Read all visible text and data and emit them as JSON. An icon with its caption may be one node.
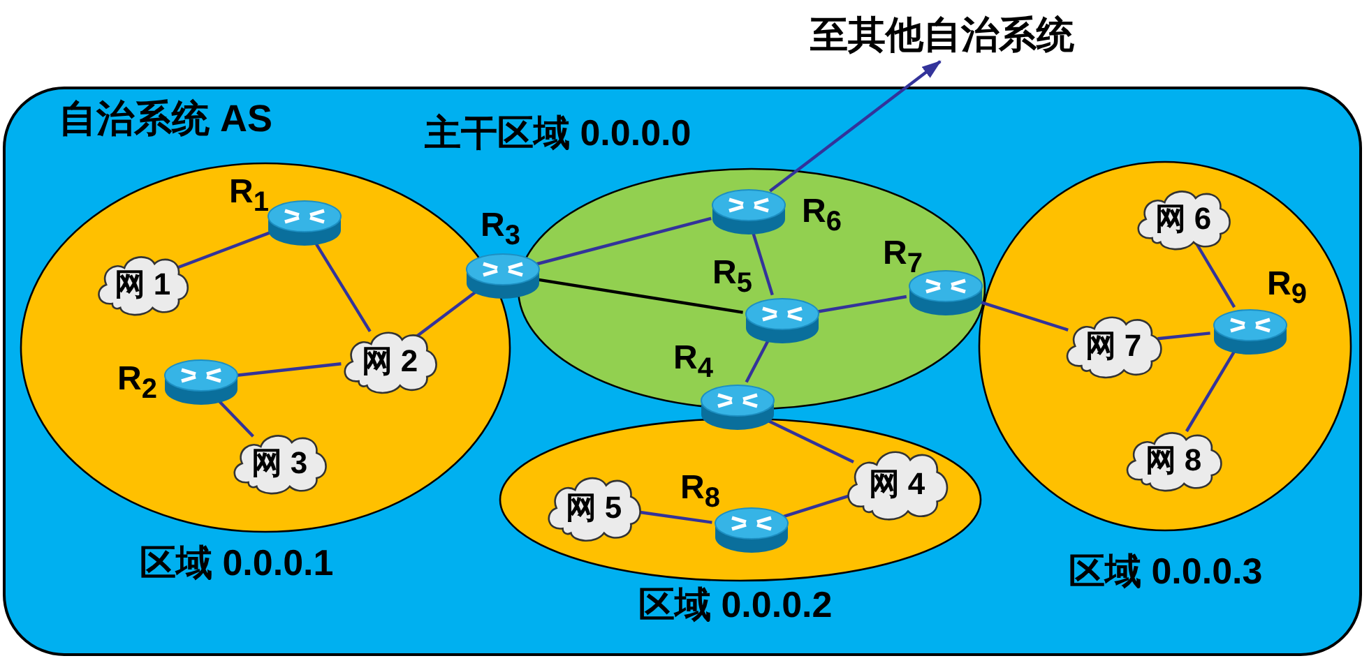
{
  "diagram": {
    "nodes": [
      {
        "text": [
          "至其他自治系统"
        ]
      },
      {
        "text": [
          "自治系统 AS"
        ]
      },
      {
        "text": [
          "区域 0.0.0.1"
        ],
        "in": 1
      },
      {
        "text": [
          "R$_{1}$"
        ],
        "in": 2
      },
      {
        "text": [
          "网 1"
        ],
        "in": 2
      },
      {
        "text": [
          "网 2"
        ],
        "in": 2
      },
      {
        "text": [
          "R$_{2}$"
        ],
        "in": 2
      },
      {
        "text": [
          "网 3"
        ],
        "in": 2
      },
      {
        "text": [
          "R$_{3}$"
        ],
        "in": 1
      },
      {
        "text": [
          "主干区域 0.0.0.0"
        ],
        "in": 1
      },
      {
        "text": [
          "R$_{6}$"
        ],
        "in": 9
      },
      {
        "text": [
          "R$_{5}$"
        ],
        "in": 9
      },
      {
        "text": [
          "R$_{7}$"
        ],
        "in": 9
      },
      {
        "text": [
          "R$_{4}$"
        ],
        "in": 9
      },
      {
        "text": [
          "区域 0.0.0.2"
        ],
        "in": 1
      },
      {
        "text": [
          "网 5"
        ],
        "in": 14
      },
      {
        "text": [
          "R$_{8}$"
        ],
        "in": 14
      },
      {
        "text": [
          "网 4"
        ],
        "in": 14
      },
      {
        "text": [
          "区域 0.0.0.3"
        ],
        "in": 1
      },
      {
        "text": [
          "网 6"
        ],
        "in": 18
      },
      {
        "text": [
          "R$_{9}$"
        ],
        "in": 18
      },
      {
        "text": [
          "网 7"
        ],
        "in": 18
      },
      {
        "text": [
          "网 8"
        ],
        "in": 18
      }
    ],
    "edges": [
      {
        "from": 3,
        "to": 4,
        "arrow": "none"
      },
      {
        "from": 3,
        "to": 5,
        "arrow": "none"
      },
      {
        "from": 8,
        "to": 5,
        "arrow": "none"
      },
      {
        "from": 6,
        "to": 5,
        "arrow": "none"
      },
      {
        "from": 6,
        "to": 7,
        "arrow": "none"
      },
      {
        "from": 8,
        "to": 10,
        "arrow": "none"
      },
      {
        "from": 8,
        "to": 11,
        "arrow": "none",
        "color": "#000000"
      },
      {
        "from": 10,
        "to": 11,
        "arrow": "none"
      },
      {
        "from": 11,
        "to": 12,
        "arrow": "none"
      },
      {
        "from": 11,
        "to": 13,
        "arrow": "none"
      },
      {
        "from": 13,
        "to": 17,
        "arrow": "none"
      },
      {
        "from": 16,
        "to": 15,
        "arrow": "none"
      },
      {
        "from": 16,
        "to": 17,
        "arrow": "none"
      },
      {
        "from": 12,
        "to": 21,
        "arrow": "none"
      },
      {
        "from": 20,
        "to": 19,
        "arrow": "none"
      },
      {
        "from": 20,
        "to": 21,
        "arrow": "none"
      },
      {
        "from": 20,
        "to": 22,
        "arrow": "none"
      },
      {
        "from": 10,
        "to": 0,
        "arrow": "to"
      }
    ]
  }
}
